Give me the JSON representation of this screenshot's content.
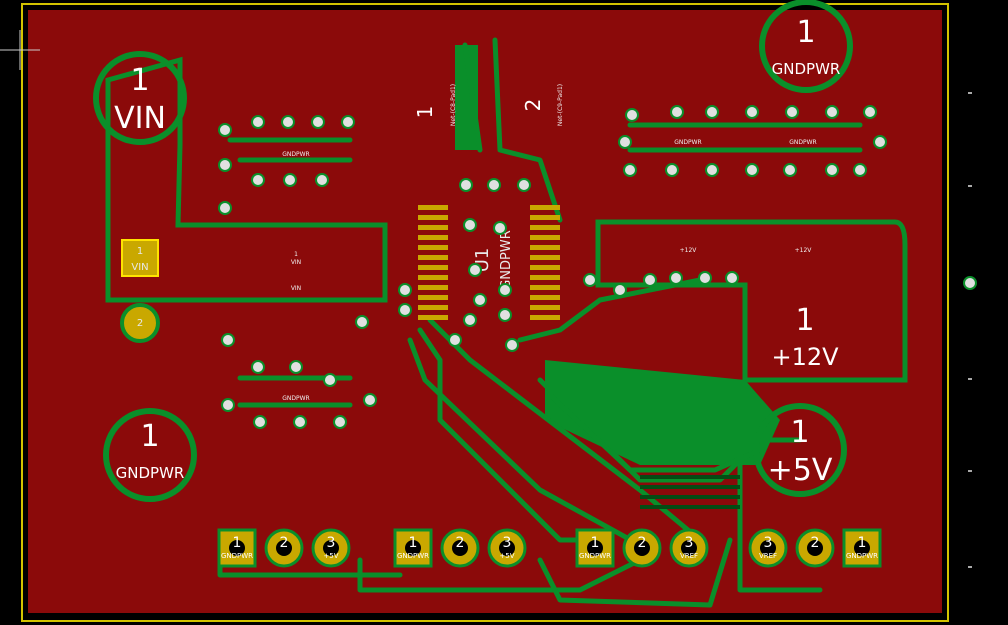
{
  "board": {
    "copper_color": "#8b0a0a",
    "trace_color": "#0a8f2a",
    "trace_dark": "#044d14",
    "pad_color": "#d0d0d0",
    "gold_color": "#c9a800",
    "edge_color": "#d4c400"
  },
  "labels": {
    "vin_num": "1",
    "vin_text": "VIN",
    "gndpwr_top_num": "1",
    "gndpwr_top_text": "GNDPWR",
    "gndpwr_left_num": "1",
    "gndpwr_left_text": "GNDPWR",
    "v12_num": "1",
    "v12_text": "+12V",
    "v5_num": "1",
    "v5_text": "+5V",
    "conn1": "1",
    "conn2": "2",
    "u1": "U1",
    "gndpwr_u1": "GNDPWR"
  },
  "small_labels": {
    "pad_vin_1": "1",
    "pad_vin_t": "VIN",
    "pad_gnd_2": "2",
    "mid_vin1": "1",
    "mid_vin": "VIN",
    "mid_vin2": "VIN",
    "gndpwr_a": "GNDPWR",
    "gndpwr_b": "GNDPWR",
    "gndpwr_c": "GNDPWR",
    "gndpwr_d": "GNDPWR",
    "v12_a": "+12V",
    "v12_b": "+12V",
    "pos1": "Net-(C8-Pad1)",
    "pos2": "Net-(C9-Pad1)"
  },
  "headers": [
    {
      "pins": [
        "1",
        "2",
        "3"
      ],
      "sub": [
        "GNDPWR",
        "",
        "+5V"
      ]
    },
    {
      "pins": [
        "1",
        "2",
        "3"
      ],
      "sub": [
        "GNDPWR",
        "",
        "+5V"
      ]
    },
    {
      "pins": [
        "1",
        "2",
        "3"
      ],
      "sub": [
        "GNDPWR",
        "",
        "VREF"
      ]
    },
    {
      "pins": [
        "3",
        "2",
        "1"
      ],
      "sub": [
        "VREF",
        "",
        "GNDPWR"
      ]
    }
  ]
}
